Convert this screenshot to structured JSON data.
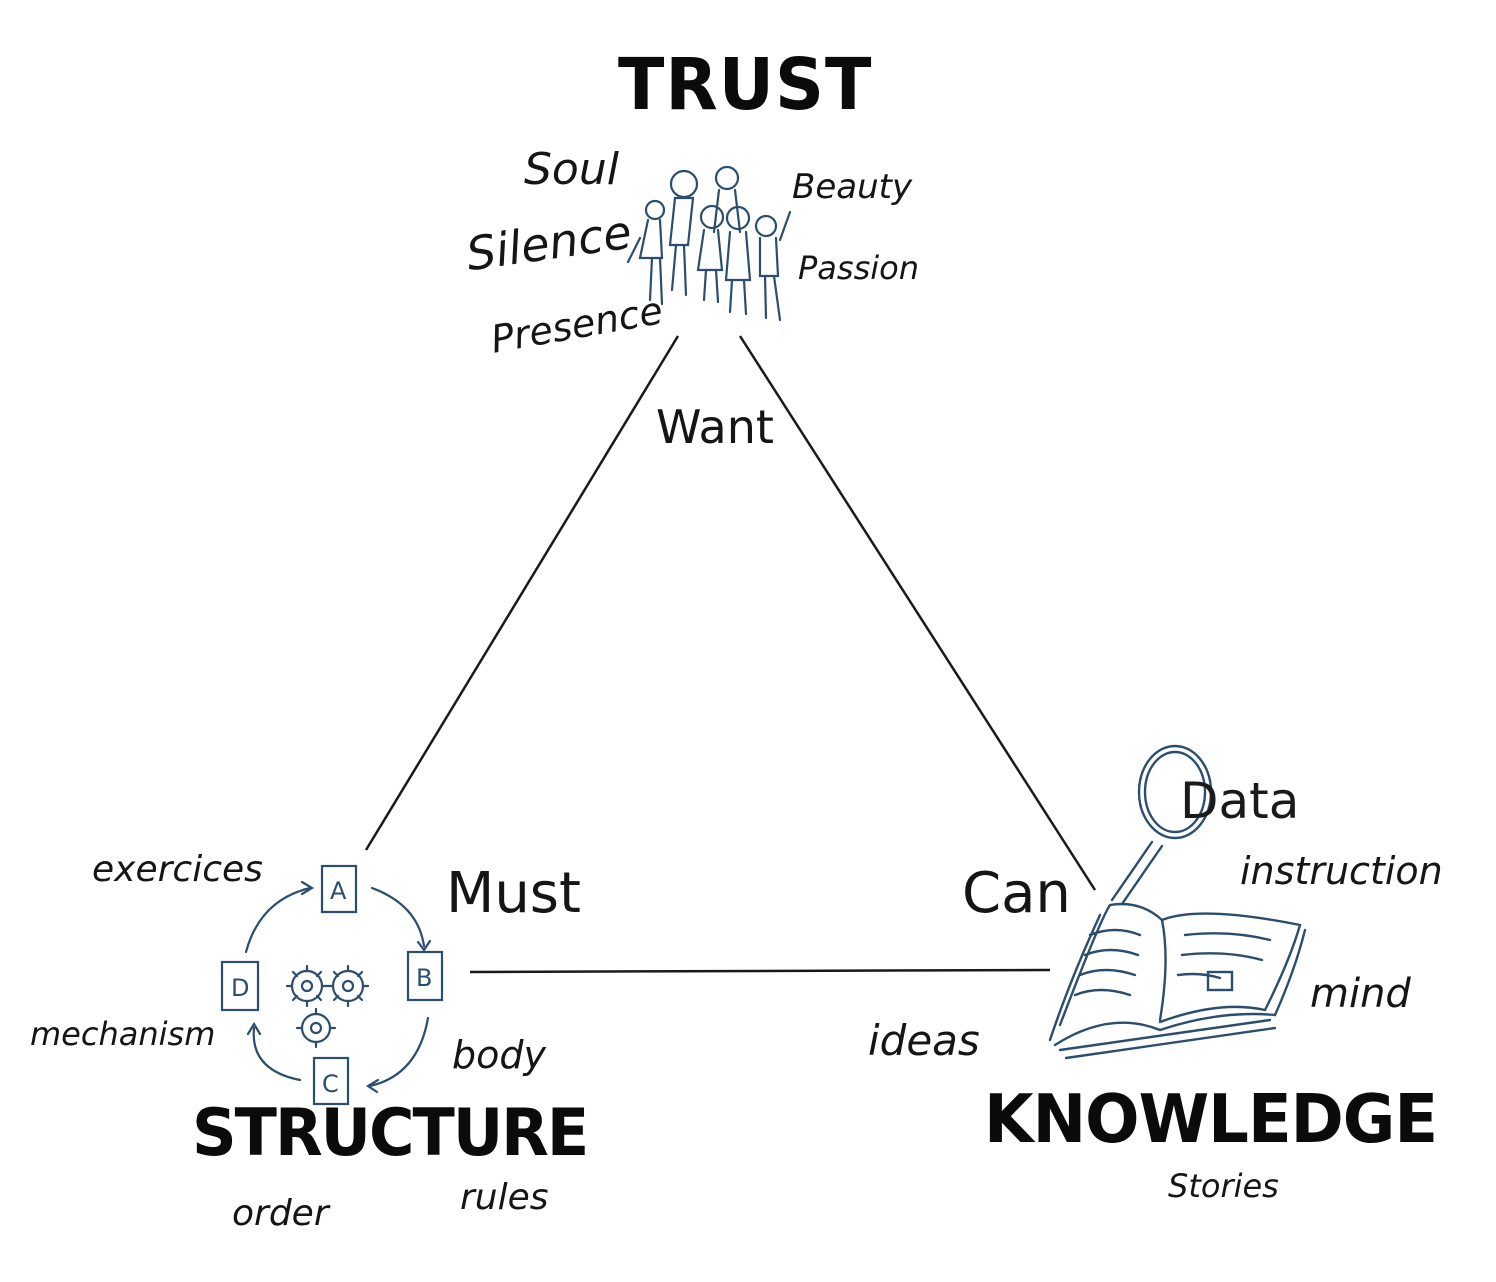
{
  "titles": {
    "trust": "TRUST",
    "structure": "STRUCTURE",
    "knowledge": "KNOWLEDGE"
  },
  "edges": {
    "want": "Want",
    "must": "Must",
    "can": "Can"
  },
  "trust_words": {
    "soul": "Soul",
    "silence": "Silence",
    "presence": "Presence",
    "beauty": "Beauty",
    "passion": "Passion"
  },
  "structure_words": {
    "exercises": "exercices",
    "mechanism": "mechanism",
    "body": "body",
    "order": "order",
    "rules": "rules"
  },
  "structure_cycle": {
    "a": "A",
    "b": "B",
    "c": "C",
    "d": "D"
  },
  "knowledge_words": {
    "data": "Data",
    "instruction": "instruction",
    "mind": "mind",
    "ideas": "ideas",
    "stories": "Stories"
  },
  "colors": {
    "ink": "#111111",
    "sketch_blue": "#2b4e6e"
  },
  "icons": [
    "people-group-icon",
    "gears-cycle-icon",
    "magnifier-book-icon"
  ]
}
